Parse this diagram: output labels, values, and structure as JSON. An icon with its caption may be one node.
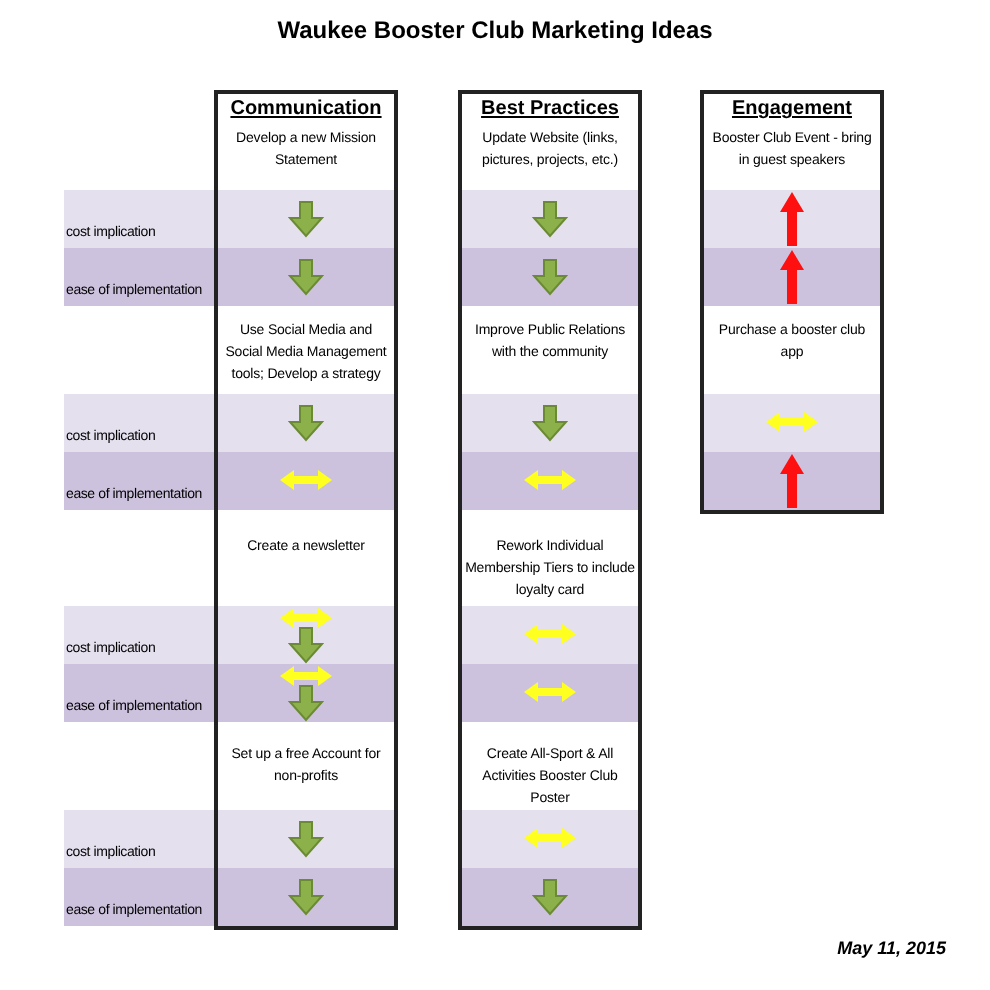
{
  "diagram": {
    "title": "Waukee Booster Club Marketing Ideas",
    "nodes": [
      {
        "text": [
          "Communication",
          "Develop a new Mission Statement",
          "Use Social Media and Social Media Management tools; Develop a strategy",
          "Create a newsletter",
          "Set up a free Account for non-profits"
        ]
      },
      {
        "text": [
          "Best Practices",
          "Update Website (links, pictures, projects, etc.)",
          "Improve Public Relations with the community",
          "Rework Individual Membership Tiers to include loyalty card",
          "Create All-Sport & All Activities Booster Club Poster"
        ]
      },
      {
        "text": [
          "Engagement",
          "Booster Club Event - bring in guest speakers",
          "Purchase a booster club app"
        ]
      }
    ],
    "labels": [
      "cost implication",
      "ease of implementation",
      "cost implication",
      "ease of implementation",
      "cost implication",
      "ease of implementation",
      "cost implication",
      "ease of implementation",
      "May 11, 2015"
    ]
  }
}
